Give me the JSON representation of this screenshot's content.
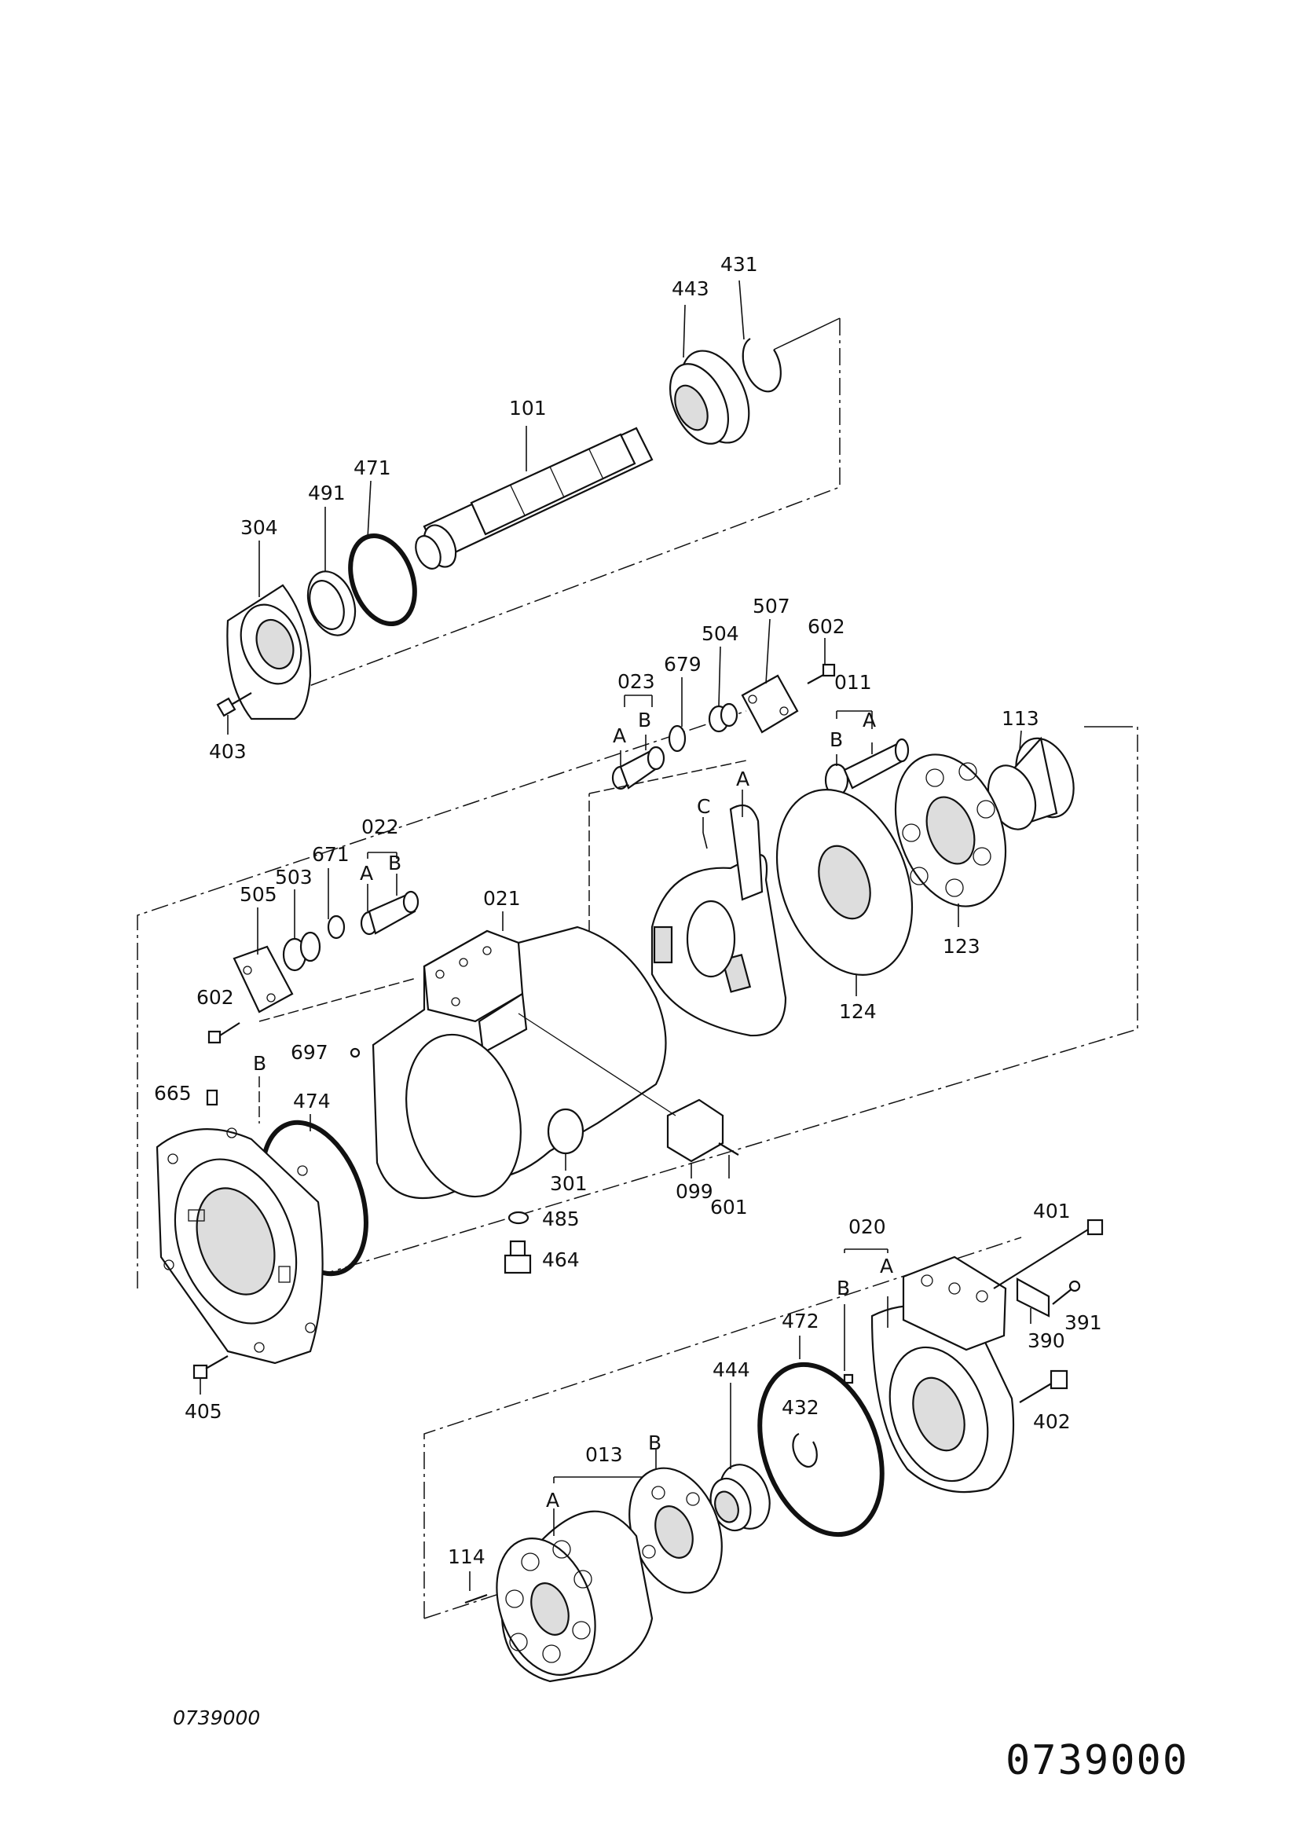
{
  "drawing": {
    "code_small": "0739000",
    "code_large": "0739000"
  },
  "labels": {
    "p431": "431",
    "p443": "443",
    "p101": "101",
    "p471": "471",
    "p491": "491",
    "p304": "304",
    "p403": "403",
    "p507": "507",
    "p602a": "602",
    "p504": "504",
    "p679": "679",
    "p023": "023",
    "p023a": "A",
    "p023b": "B",
    "p011": "011",
    "p011b": "B",
    "p011a": "A",
    "p113": "113",
    "p123": "123",
    "p124": "124",
    "pA": "A",
    "pC": "C",
    "p022": "022",
    "p022a": "A",
    "p022b": "B",
    "p671": "671",
    "p503": "503",
    "p505": "505",
    "p602b": "602",
    "p021": "021",
    "p697": "697",
    "pB": "B",
    "p665": "665",
    "p474": "474",
    "p301": "301",
    "p099": "099",
    "p601": "601",
    "p485": "485",
    "p464": "464",
    "p405": "405",
    "p020": "020",
    "p020b": "B",
    "p020a": "A",
    "p401": "401",
    "p391": "391",
    "p390": "390",
    "p402": "402",
    "p472": "472",
    "p444": "444",
    "p432": "432",
    "p013": "013",
    "p013b": "B",
    "p013a": "A",
    "p114": "114"
  }
}
